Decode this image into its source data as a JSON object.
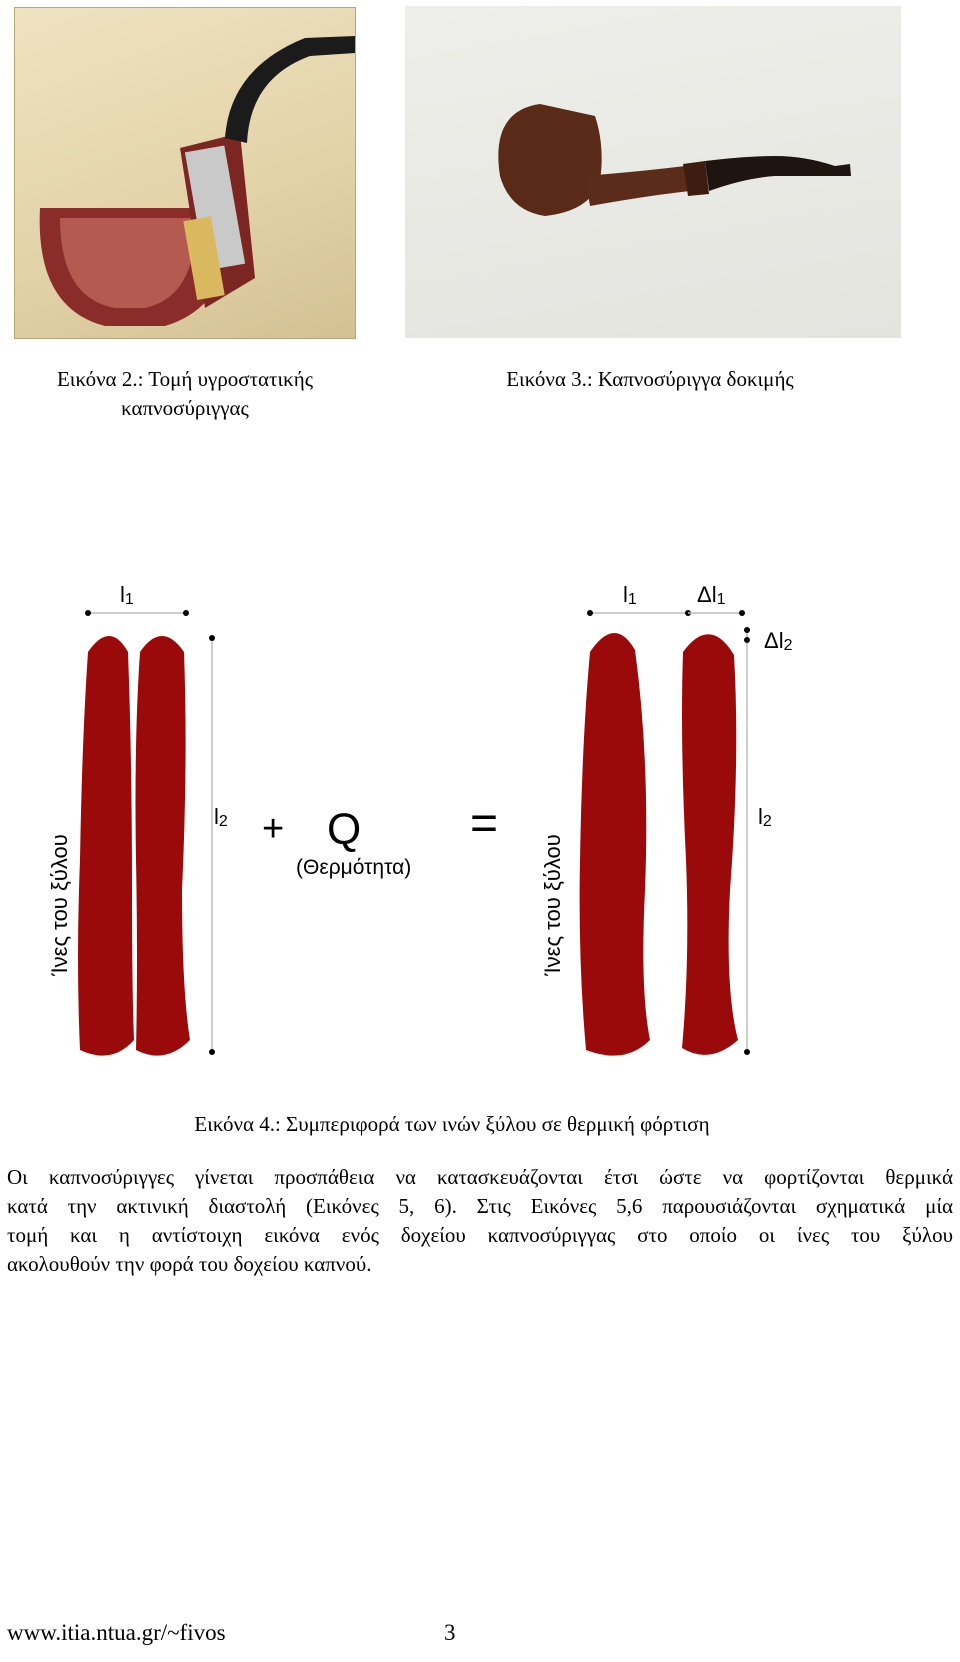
{
  "figures": {
    "fig2_caption_line1": "Εικόνα 2.: Τομή υγροστατικής",
    "fig2_caption_line2": "καπνοσύριγγας",
    "fig3_caption": "Εικόνα 3.: Καπνοσύριγγα δοκιμής"
  },
  "diagram": {
    "left_fiber_label": "Ίνες του ξύλου",
    "right_fiber_label": "Ίνες του ξύλου",
    "l1": "l",
    "l1_sub": "1",
    "l2": "l",
    "l2_sub": "2",
    "plus": "+",
    "q": "Q",
    "heat_label": "(Θερμότητα)",
    "equals": "=",
    "r_l1": "l",
    "r_l1_sub": "1",
    "r_dl1": "Δl",
    "r_dl1_sub": "1",
    "r_dl2": "Δl",
    "r_dl2_sub": "2",
    "r_l2": "l",
    "r_l2_sub": "2",
    "fiber_color": "#9b0a0a"
  },
  "fig4_caption": "Εικόνα 4.: Συμπεριφορά των ινών ξύλου σε θερμική φόρτιση",
  "paragraph": {
    "line1": "Οι καπνοσύριγγες γίνεται προσπάθεια να κατασκευάζονται έτσι ώστε να φορτίζονται θερμικά",
    "line2": "κατά την ακτινική διαστολή (Εικόνες 5, 6). Στις Εικόνες 5,6 παρουσιάζονται σχηματικά μία",
    "line3": "τομή και η αντίστοιχη εικόνα ενός δοχείου καπνοσύριγγας στο οποίο οι ίνες του ξύλου",
    "line4": "ακολουθούν την φορά του δοχείου καπνού."
  },
  "footer": {
    "url": "www.itia.ntua.gr/~fivos",
    "page_number": "3"
  }
}
